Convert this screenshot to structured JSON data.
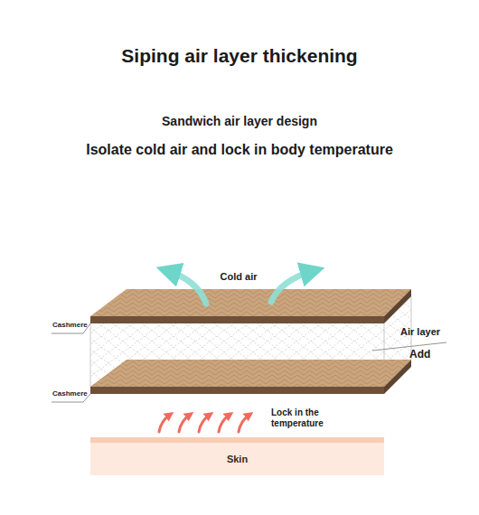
{
  "diagram": {
    "title": "Siping air layer thickening",
    "nodes": [
      {
        "text": [
          "Skin"
        ]
      }
    ],
    "labels": [
      "Sandwich air layer design",
      "Isolate cold air and lock in body temperature",
      "Cold air",
      "Cashmere",
      "Air layer",
      "Add",
      "Cashmere",
      "Lock in the temperature"
    ]
  }
}
